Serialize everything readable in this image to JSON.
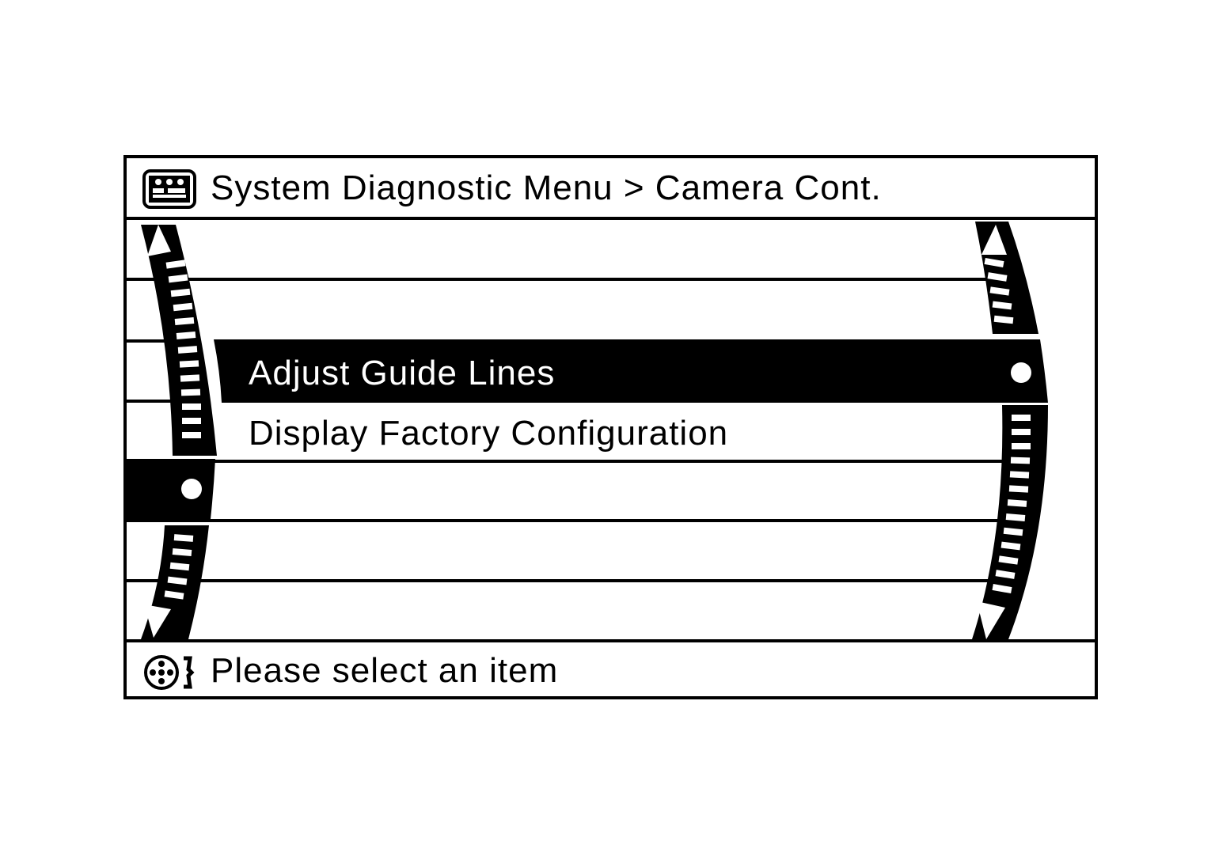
{
  "header": {
    "icon": "diagnostic-screen-icon",
    "title": "System Diagnostic Menu > Camera Cont."
  },
  "menu": {
    "items": [
      {
        "label": "Adjust Guide Lines",
        "selected": true
      },
      {
        "label": "Display Factory Configuration",
        "selected": false
      }
    ]
  },
  "footer": {
    "icon": "multifunction-controller-icon",
    "hint": "Please select an item"
  },
  "colors": {
    "foreground": "#000000",
    "background": "#ffffff",
    "highlight_text": "#ffffff"
  }
}
